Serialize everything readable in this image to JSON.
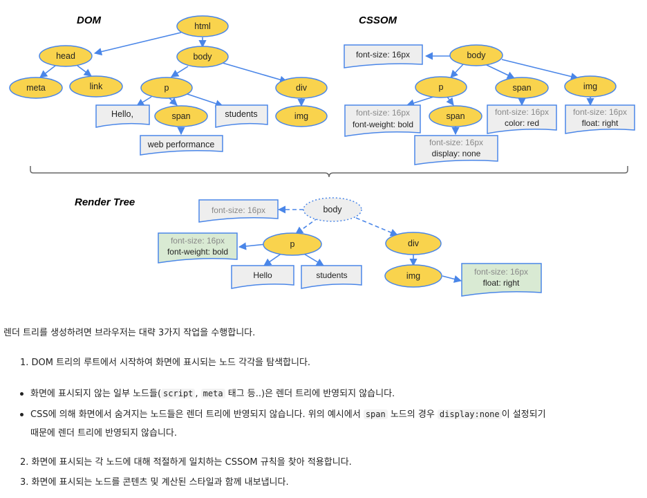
{
  "colors": {
    "node_fill": "#f9d34d",
    "node_stroke": "#4a86e8",
    "arrow": "#4a86e8",
    "doc_fill": "#eeeeee",
    "doc_green_fill": "#d9ead3",
    "brace": "#666666"
  },
  "diagram": {
    "dom_title": "DOM",
    "cssom_title": "CSSOM",
    "render_title": "Render Tree",
    "dom": {
      "html": "html",
      "head": "head",
      "body": "body",
      "meta": "meta",
      "link": "link",
      "p": "p",
      "div": "div",
      "span": "span",
      "img": "img",
      "hello": "Hello,",
      "students": "students",
      "web_performance": "web performance"
    },
    "cssom": {
      "body": "body",
      "body_style": "font-size: 16px",
      "p": "p",
      "span": "span",
      "img": "img",
      "p_span": "span",
      "p_style_1": "font-size: 16px",
      "p_style_2": "font-weight: bold",
      "pspan_style_1": "font-size: 16px",
      "pspan_style_2": "display: none",
      "span_style_1": "font-size: 16px",
      "span_style_2": "color: red",
      "img_style_1": "font-size: 16px",
      "img_style_2": "float: right"
    },
    "render": {
      "body": "body",
      "body_style": "font-size: 16px",
      "p": "p",
      "p_style_1": "font-size: 16px",
      "p_style_2": "font-weight: bold",
      "div": "div",
      "img": "img",
      "img_style_1": "font-size: 16px",
      "img_style_2": "float: right",
      "hello": "Hello",
      "students": "students"
    }
  },
  "text": {
    "intro": "렌더 트리를 생성하려면 브라우저는 대략 3가지 작업을 수행합니다.",
    "step1": "1. DOM 트리의 루트에서 시작하여 화면에 표시되는 노드 각각을 탐색합니다.",
    "b1_pre": "화면에 표시되지 않는 일부 노드들(",
    "b1_code1": "script",
    "b1_sep": ", ",
    "b1_code2": "meta",
    "b1_post": " 태그 등..)은 렌더 트리에 반영되지 않습니다.",
    "b2_pre": "CSS에 의해 화면에서 숨겨지는 노드들은 렌더 트리에 반영되지 않습니다. 위의 예시에서 ",
    "b2_code1": "span",
    "b2_mid": " 노드의 경우 ",
    "b2_code2": "display:none",
    "b2_post": "이 설정되기",
    "b2_cont": "때문에 렌더 트리에 반영되지 않습니다.",
    "step2": "2. 화면에 표시되는 각 노드에 대해 적절하게 일치하는 CSSOM 규칙을 찾아 적용합니다.",
    "step3": "3. 화면에 표시되는 노드를 콘텐츠 및 계산된 스타일과 함께 내보냅니다."
  }
}
